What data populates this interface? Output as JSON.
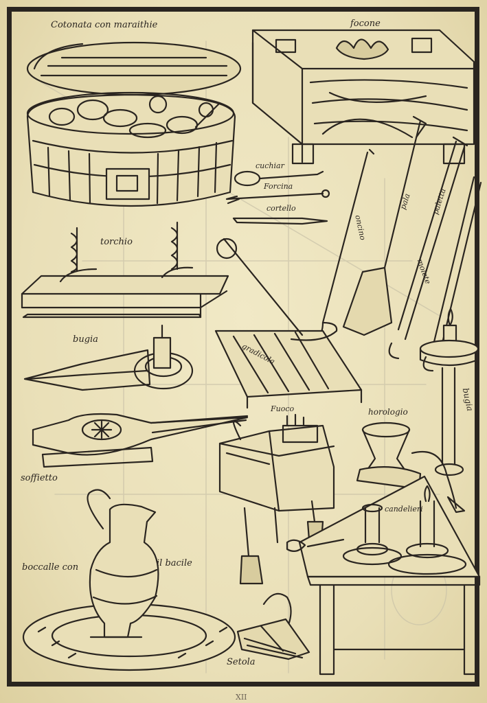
{
  "colors": {
    "ink": "#2a2520",
    "paper": "#ebe2bd",
    "bleed": "#c9c2a8"
  },
  "labels": {
    "cotonata": "Cotonata con maraithie",
    "focone": "focone",
    "cuchiar": "cuchiar",
    "forcina": "Forcina",
    "cortello": "cortello",
    "torchio": "torchio",
    "oncino": "oncino",
    "pala": "pala",
    "paletta": "paletta",
    "molette": "molete",
    "bugia": "bugia",
    "gradicola": "gradicola",
    "soffietto": "soffietto",
    "fuoco": "Fuoco",
    "horologio": "horologio",
    "bugia2": "bugia",
    "candelieri": "candelieri",
    "boccale": "boccalle con",
    "bacile": "il bacile",
    "setola": "Setola"
  },
  "folio": "XII"
}
